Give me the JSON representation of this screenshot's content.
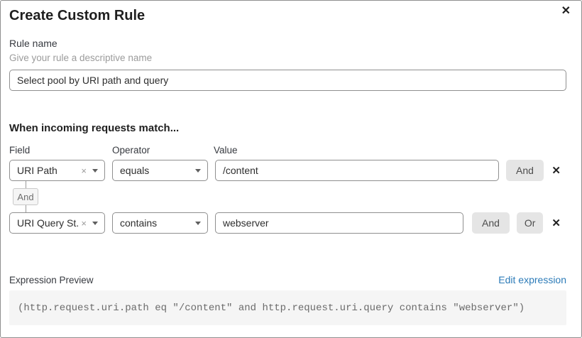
{
  "dialog": {
    "title": "Create Custom Rule"
  },
  "icons": {
    "close": "✕",
    "clear": "×",
    "remove": "✕"
  },
  "rule_name": {
    "label": "Rule name",
    "hint": "Give your rule a descriptive name",
    "value": "Select pool by URI path and query"
  },
  "match": {
    "heading": "When incoming requests match...",
    "columns": {
      "field": "Field",
      "operator": "Operator",
      "value": "Value"
    },
    "rows": [
      {
        "field": "URI Path",
        "operator": "equals",
        "value": "/content",
        "buttons": [
          "And"
        ]
      },
      {
        "field": "URI Query St...",
        "operator": "contains",
        "value": "webserver",
        "buttons": [
          "And",
          "Or"
        ]
      }
    ],
    "connector": "And"
  },
  "expression": {
    "label": "Expression Preview",
    "edit_link": "Edit expression",
    "code": "(http.request.uri.path eq \"/content\" and http.request.uri.query contains \"webserver\")"
  },
  "colors": {
    "link": "#2c7bb8",
    "input_border": "#8f8f8f",
    "button_bg": "#e5e5e5",
    "code_bg": "#f5f5f5"
  }
}
